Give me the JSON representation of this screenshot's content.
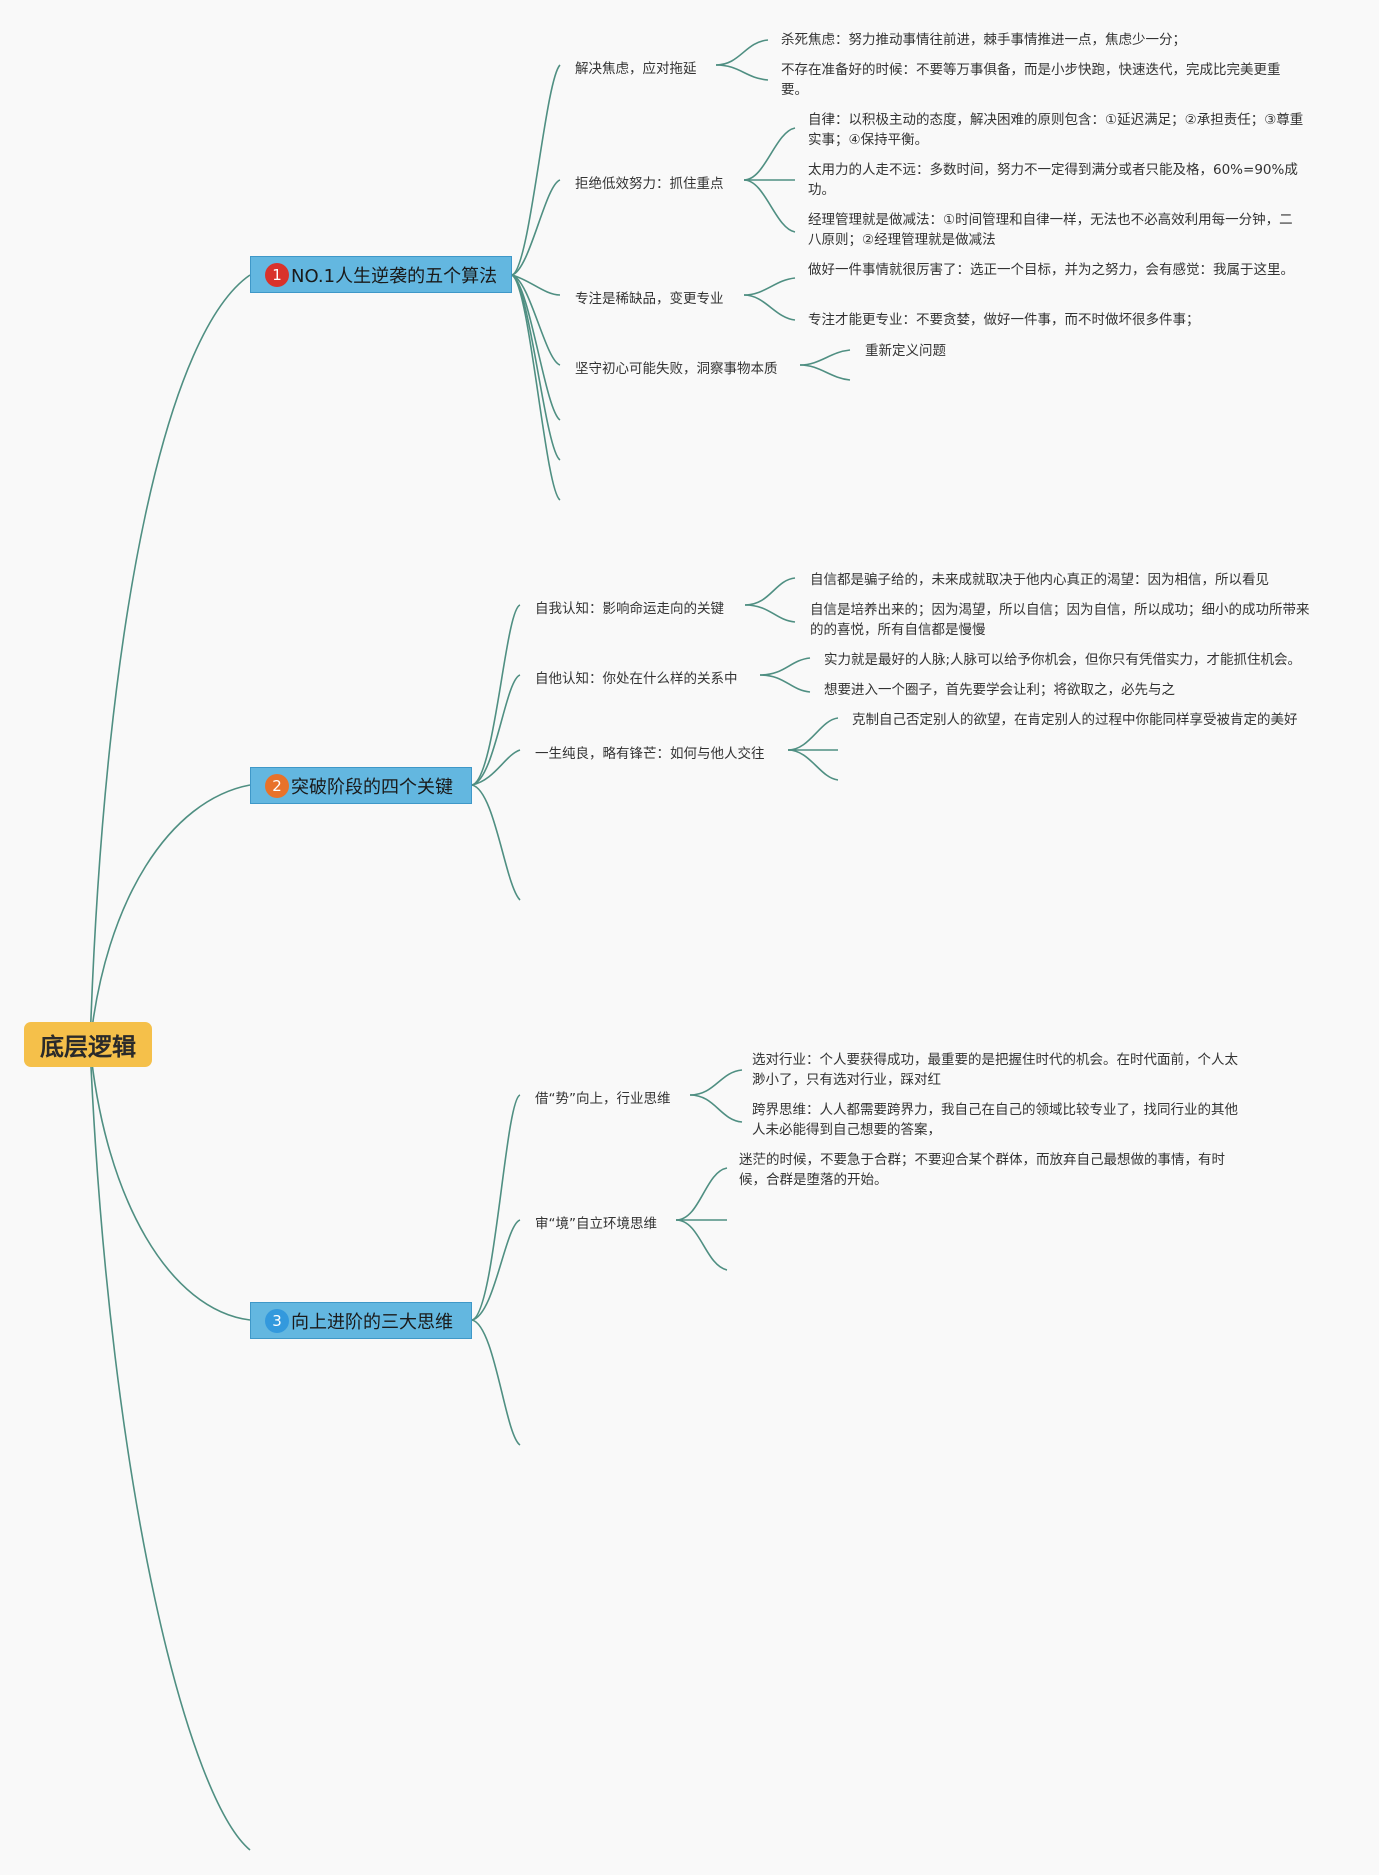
{
  "root": {
    "label": "底层逻辑"
  },
  "branches": [
    {
      "number": "1",
      "badge_color": "#d9322b",
      "title": "NO.1人生逆袭的五个算法",
      "topics": [
        {
          "label": "解决焦虑，应对拖延",
          "items": [
            "杀死焦虑：努力推动事情往前进，棘手事情推进一点，焦虑少一分；",
            "不存在准备好的时候：不要等万事俱备，而是小步快跑，快速迭代，完成比完美更重要。"
          ]
        },
        {
          "label": "拒绝低效努力：抓住重点",
          "items": [
            "自律：以积极主动的态度，解决困难的原则包含：①延迟满足；②承担责任；③尊重实事；④保持平衡。",
            "太用力的人走不远：多数时间，努力不一定得到满分或者只能及格，60%=90%成功。",
            "经理管理就是做减法：①时间管理和自律一样，无法也不必高效利用每一分钟，二八原则；②经理管理就是做减法"
          ]
        },
        {
          "label": "专注是稀缺品，变更专业",
          "items": [
            "做好一件事情就很厉害了：选正一个目标，并为之努力，会有感觉：我属于这里。",
            "专注才能更专业：不要贪婪，做好一件事，而不时做坏很多件事；"
          ]
        },
        {
          "label": "坚守初心可能失败，洞察事物本质",
          "items": [
            "重新定义问题"
          ]
        }
      ]
    },
    {
      "number": "2",
      "badge_color": "#e8722a",
      "title": "突破阶段的四个关键",
      "topics": [
        {
          "label": "自我认知：影响命运走向的关键",
          "items": [
            "自信都是骗子给的，未来成就取决于他内心真正的渴望：因为相信，所以看见",
            "自信是培养出来的；因为渴望，所以自信；因为自信，所以成功；细小的成功所带来的的喜悦，所有自信都是慢慢"
          ]
        },
        {
          "label": "自他认知：你处在什么样的关系中",
          "items": [
            "实力就是最好的人脉;人脉可以给予你机会，但你只有凭借实力，才能抓住机会。",
            "想要进入一个圈子，首先要学会让利；将欲取之，必先与之"
          ]
        },
        {
          "label": "一生纯良，略有锋芒：如何与他人交往",
          "items": [
            "克制自己否定别人的欲望，在肯定别人的过程中你能同样享受被肯定的美好"
          ]
        }
      ]
    },
    {
      "number": "3",
      "badge_color": "#3399dd",
      "title": "向上进阶的三大思维",
      "topics": [
        {
          "label": "借“势”向上，行业思维",
          "items": [
            "选对行业：个人要获得成功，最重要的是把握住时代的机会。在时代面前，个人太渺小了，只有选对行业，踩对红",
            "跨界思维：人人都需要跨界力，我自己在自己的领域比较专业了，找同行业的其他人未必能得到自己想要的答案，"
          ]
        },
        {
          "label": "审“境”自立环境思维",
          "items": [
            "迷茫的时候，不要急于合群；不要迎合某个群体，而放弃自己最想做的事情，有时候，合群是堕落的开始。"
          ]
        }
      ]
    }
  ]
}
